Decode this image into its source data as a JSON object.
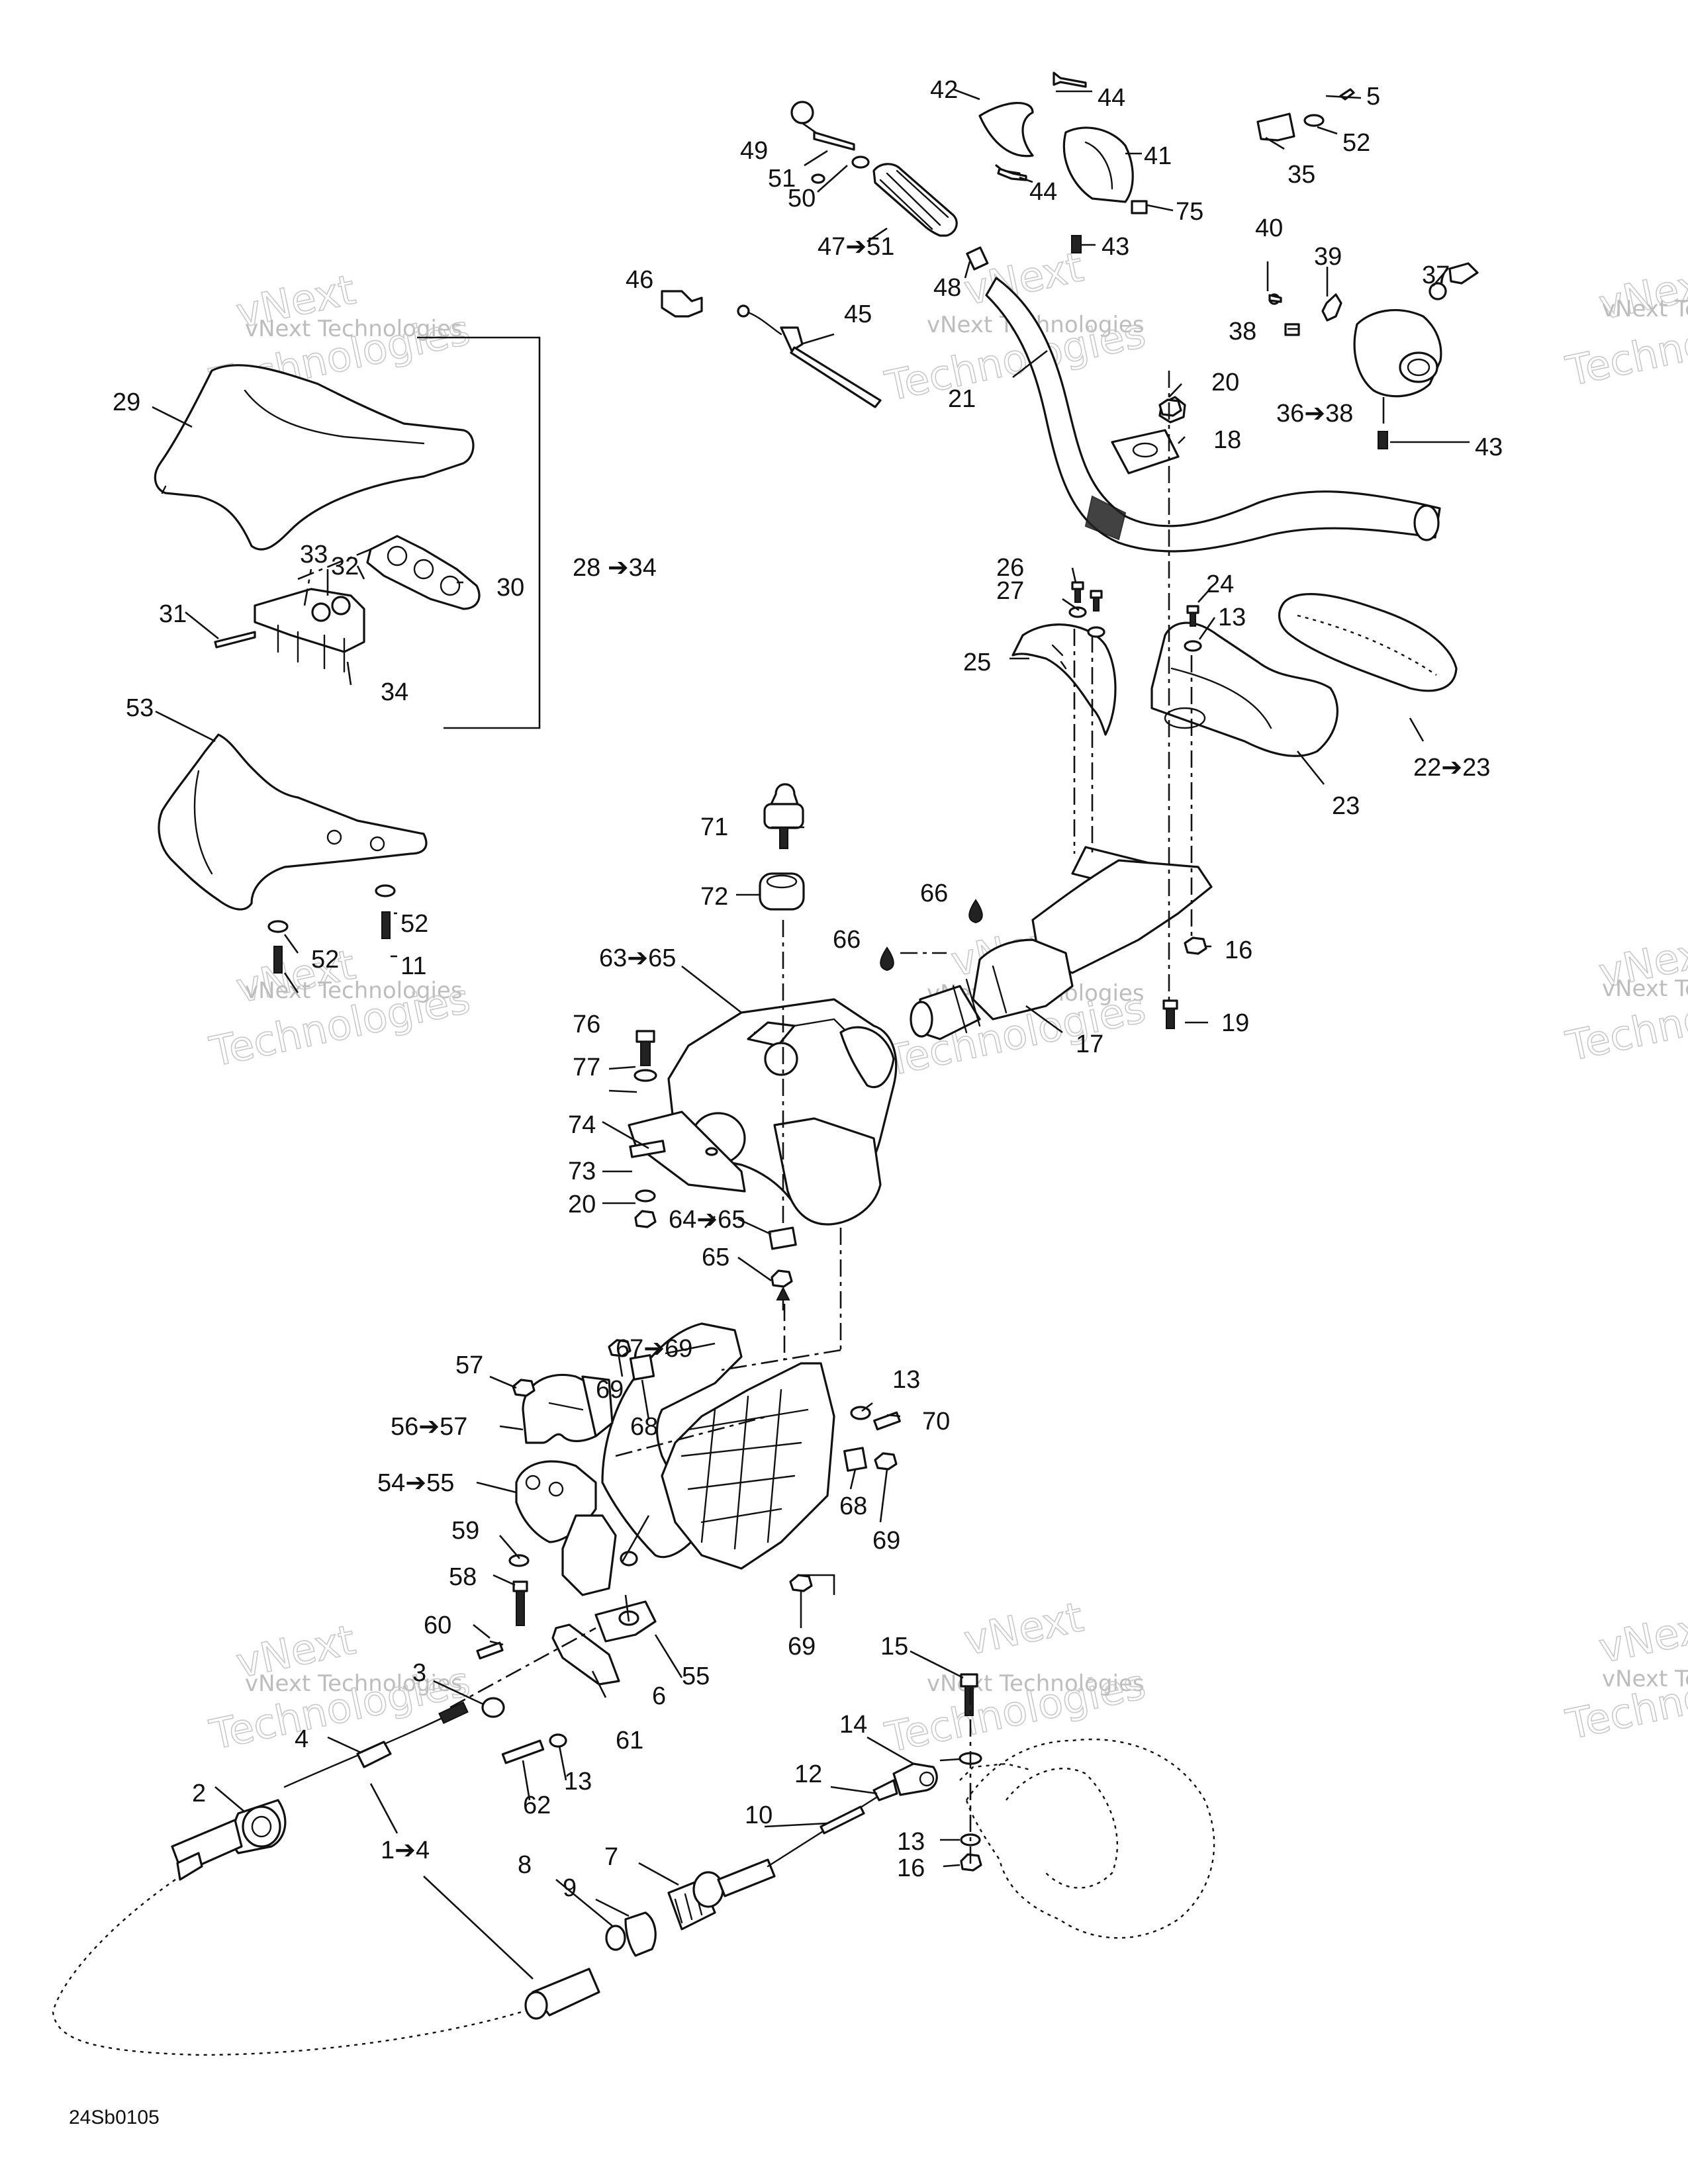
{
  "figure_code": "24Sb0105",
  "watermark": {
    "line1": "vNext",
    "line2": "vNext Technologies",
    "line3": "Technologies"
  },
  "callouts": {
    "c1_4": "1➔4",
    "c2": "2",
    "c3": "3",
    "c4": "4",
    "c5": "5",
    "c6": "6",
    "c7": "7",
    "c8": "8",
    "c9": "9",
    "c10": "10",
    "c11": "11",
    "c12": "12",
    "c13a": "13",
    "c13b": "13",
    "c13c": "13",
    "c13d": "13",
    "c14": "14",
    "c15": "15",
    "c16a": "16",
    "c16b": "16",
    "c17": "17",
    "c18": "18",
    "c19": "19",
    "c20a": "20",
    "c20b": "20",
    "c21": "21",
    "c22_23": "22➔23",
    "c23": "23",
    "c24": "24",
    "c25": "25",
    "c26": "26",
    "c27": "27",
    "c28_34": "28 ➔34",
    "c29": "29",
    "c30": "30",
    "c31": "31",
    "c32": "32",
    "c33": "33",
    "c34": "34",
    "c35": "35",
    "c36_38": "36➔38",
    "c37": "37",
    "c38": "38",
    "c39": "39",
    "c40": "40",
    "c41": "41",
    "c42": "42",
    "c43a": "43",
    "c43b": "43",
    "c44a": "44",
    "c44b": "44",
    "c45": "45",
    "c46": "46",
    "c47_51": "47➔51",
    "c48": "48",
    "c49": "49",
    "c50": "50",
    "c51": "51",
    "c52a": "52",
    "c52b": "52",
    "c52c": "52",
    "c53": "53",
    "c54_55": "54➔55",
    "c55": "55",
    "c56_57": "56➔57",
    "c57": "57",
    "c58": "58",
    "c59": "59",
    "c60": "60",
    "c61": "61",
    "c62": "62",
    "c63_65": "63➔65",
    "c64_65": "64➔65",
    "c65": "65",
    "c66a": "66",
    "c66b": "66",
    "c67_69": "67➔69",
    "c68a": "68",
    "c68b": "68",
    "c69a": "69",
    "c69b": "69",
    "c69c": "69",
    "c70": "70",
    "c71": "71",
    "c72": "72",
    "c73": "73",
    "c74": "74",
    "c75": "75",
    "c76": "76",
    "c77": "77"
  }
}
